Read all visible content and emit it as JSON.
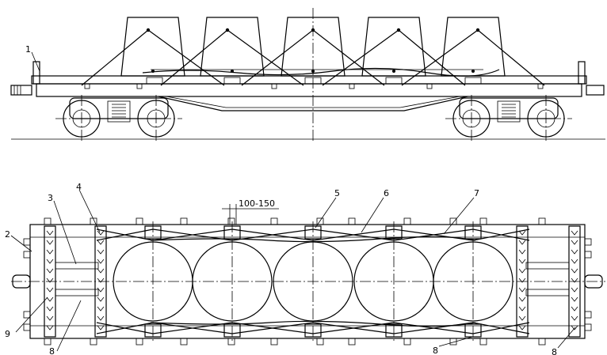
{
  "side_view": {
    "callouts": [
      {
        "id": "c1",
        "text": "1"
      }
    ]
  },
  "top_view": {
    "dimension": {
      "text": "100-150"
    },
    "callouts": [
      {
        "id": "c2",
        "text": "2"
      },
      {
        "id": "c3",
        "text": "3"
      },
      {
        "id": "c4",
        "text": "4"
      },
      {
        "id": "c5",
        "text": "5"
      },
      {
        "id": "c6",
        "text": "6"
      },
      {
        "id": "c7",
        "text": "7"
      },
      {
        "id": "c8a",
        "text": "8"
      },
      {
        "id": "c8b",
        "text": "8"
      },
      {
        "id": "c8c",
        "text": "8"
      },
      {
        "id": "c9",
        "text": "9"
      }
    ]
  }
}
